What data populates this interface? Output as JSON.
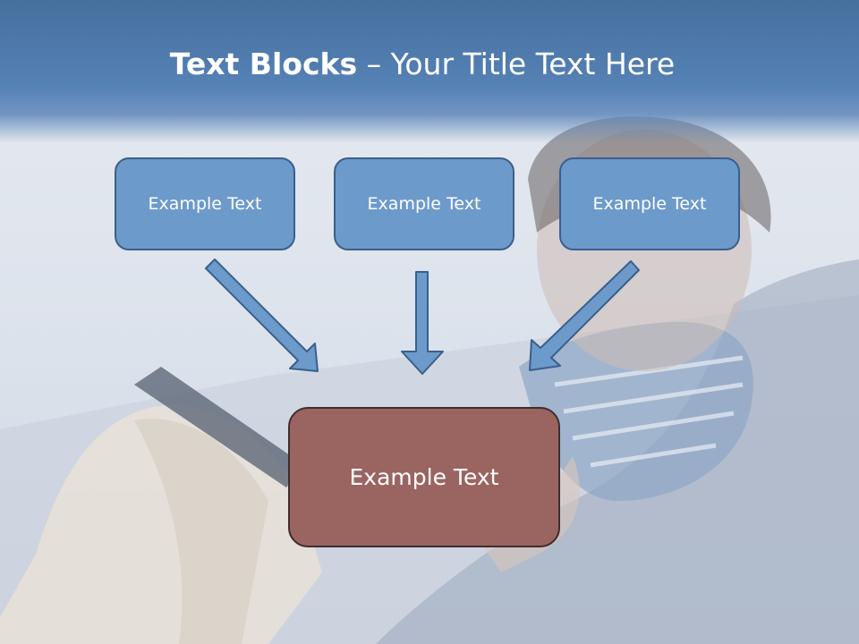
{
  "slide": {
    "title_bold": "Text Blocks",
    "title_separator": " – ",
    "title_rest": "Your Title Text Here",
    "top_blocks": [
      {
        "label": "Example Text"
      },
      {
        "label": "Example Text"
      },
      {
        "label": "Example Text"
      }
    ],
    "bottom_block": {
      "label": "Example Text"
    }
  },
  "colors": {
    "header": "#5581b5",
    "top_block_fill": "#6c9acb",
    "top_block_border": "#3a5f8b",
    "bottom_block_fill": "#9a6461",
    "bottom_block_border": "#3f2d2d",
    "arrow_fill": "#6c9acb",
    "arrow_stroke": "#3a5f8b"
  }
}
